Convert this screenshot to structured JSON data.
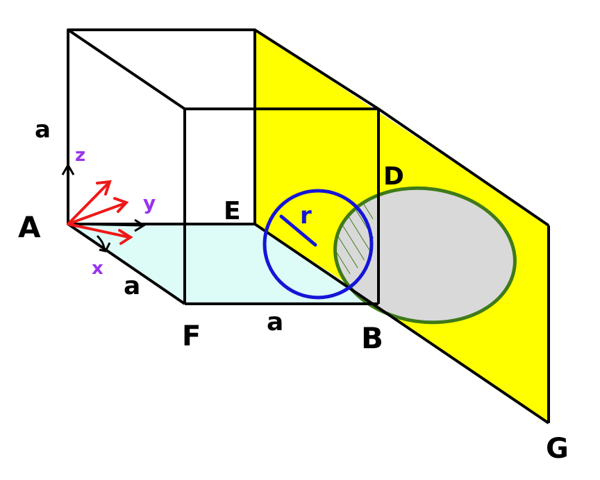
{
  "labels": {
    "a_left": "a",
    "z_axis": "z",
    "y_axis": "y",
    "x_axis": "x",
    "A": "A",
    "E": "E",
    "D": "D",
    "r": "r",
    "a_bottom_left": "a",
    "F": "F",
    "a_bottom": "a",
    "B": "B",
    "G": "G"
  },
  "colors": {
    "edge": "#000000",
    "plane_fill": "#ffff00",
    "base_fill": "#ddfcf8",
    "circle_stroke": "#1515d8",
    "ellipse_stroke": "#3f7a1a",
    "ellipse_fill": "#d9d9d9",
    "hatch": "#3f7a1a",
    "axis_red": "#f01818",
    "label_purple": "#9933ee"
  }
}
